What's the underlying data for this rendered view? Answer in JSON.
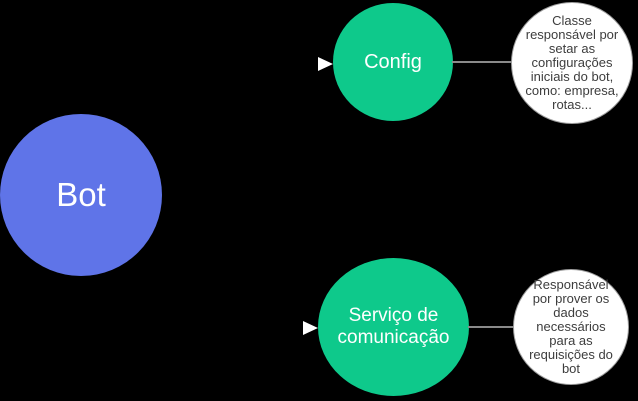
{
  "canvas": {
    "background": "#000000"
  },
  "nodes": {
    "bot": {
      "label": "Bot",
      "fill": "#5F74E8",
      "text_color": "#FFFFFF"
    },
    "config": {
      "label": "Config",
      "fill": "#0EC98B",
      "text_color": "#FFFFFF"
    },
    "service": {
      "label": "Serviço de\ncomunicação",
      "fill": "#0EC98B",
      "text_color": "#FFFFFF"
    },
    "config_note": {
      "text": "Classe\nresponsável por\nsetar as\nconfigurações\niniciais do bot,\ncomo: empresa,\nrotas...",
      "fill": "#FFFFFF",
      "border_color": "#9E9E9E",
      "text_color": "#3D3D3D"
    },
    "service_note": {
      "text": "Responsável\npor prover os\ndados\nnecessários\npara as\nrequisições do\nbot",
      "fill": "#FFFFFF",
      "border_color": "#9E9E9E",
      "text_color": "#3D3D3D"
    }
  },
  "connectors": {
    "bot_to_config": {
      "type": "arrow",
      "arrow_color": "#FFFFFF"
    },
    "bot_to_service": {
      "type": "arrow",
      "arrow_color": "#FFFFFF"
    },
    "config_to_note": {
      "type": "line",
      "line_color": "#8A8A8A"
    },
    "service_to_note": {
      "type": "line",
      "line_color": "#8A8A8A"
    }
  }
}
